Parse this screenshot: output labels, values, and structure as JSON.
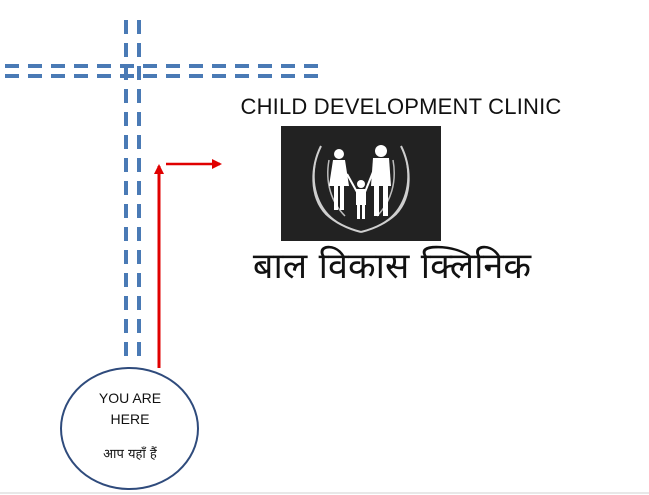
{
  "texts": {
    "clinic_name_en": "CHILD DEVELOPMENT CLINIC",
    "clinic_name_hi": "बाल विकास क्लिनिक",
    "you_are_here_en": "YOU ARE HERE",
    "you_are_here_hi": "आप यहाँ हैं"
  },
  "colors": {
    "corridor": "#4a7ab5",
    "route_arrow": "#e00000",
    "circle_border": "#2f4b7c",
    "logo_background": "#222222",
    "logo_figures": "#ffffff"
  },
  "logo": {
    "icon": "family-in-hands-icon"
  }
}
